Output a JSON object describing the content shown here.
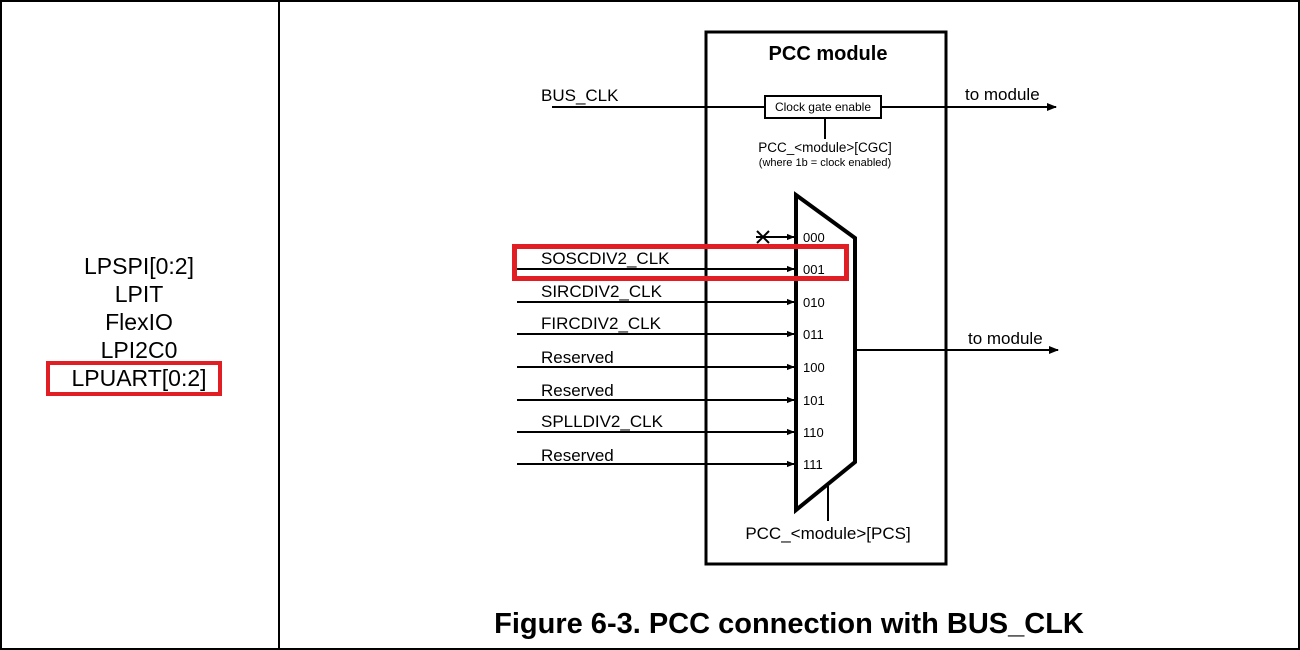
{
  "left_modules": [
    "LPSPI[0:2]",
    "LPIT",
    "FlexIO",
    "LPI2C0",
    "LPUART[0:2]"
  ],
  "diagram": {
    "module_title": "PCC module",
    "bus_clk": "BUS_CLK",
    "gate_label": "Clock gate enable",
    "to_module_top": "to module",
    "to_module_mux": "to module",
    "cgc_label": "PCC_<module>[CGC]",
    "cgc_note": "(where 1b = clock enabled)",
    "pcs_label": "PCC_<module>[PCS]",
    "mux_inputs": [
      {
        "code": "000",
        "signal": ""
      },
      {
        "code": "001",
        "signal": "SOSCDIV2_CLK"
      },
      {
        "code": "010",
        "signal": "SIRCDIV2_CLK"
      },
      {
        "code": "011",
        "signal": "FIRCDIV2_CLK"
      },
      {
        "code": "100",
        "signal": "Reserved"
      },
      {
        "code": "101",
        "signal": "Reserved"
      },
      {
        "code": "110",
        "signal": "SPLLDIV2_CLK"
      },
      {
        "code": "111",
        "signal": "Reserved"
      }
    ]
  },
  "caption": "Figure 6-3. PCC connection with BUS_CLK",
  "highlights": {
    "left": "LPUART[0:2]",
    "diagram": "SOSCDIV2_CLK",
    "color": "#e01e24"
  }
}
